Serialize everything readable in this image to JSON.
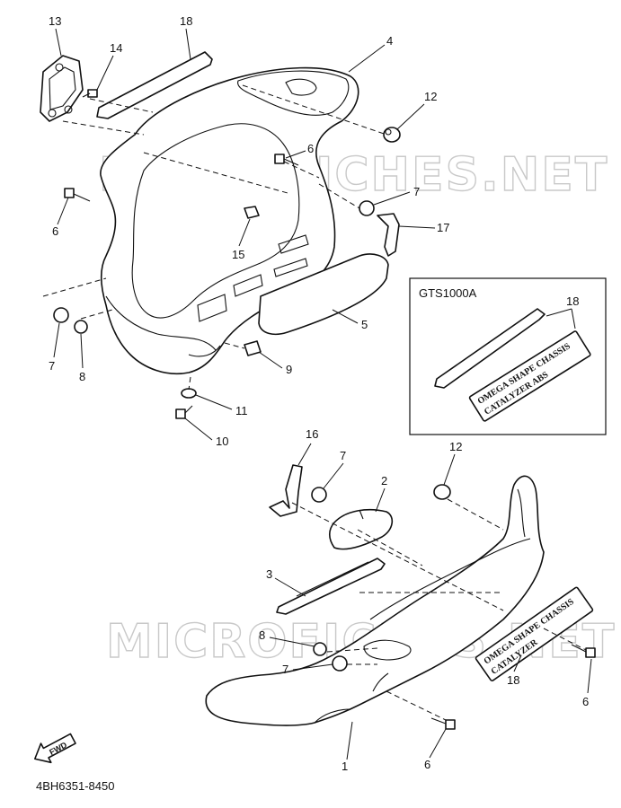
{
  "diagram": {
    "part_code": "4BH6351-8450",
    "watermark": "MICROFICHES.NET",
    "fwd_label": "FWD",
    "inset": {
      "label": "GTS1000A",
      "callout": "18",
      "decal_line1": "OMEGA SHAPE CHASSIS",
      "decal_line2": "CATALYZER ABS"
    },
    "main_decal": {
      "line1": "OMEGA SHAPE CHASSIS",
      "line2": "CATALYZER"
    },
    "callouts": {
      "c13": "13",
      "c14": "14",
      "c18_top": "18",
      "c4": "4",
      "c12_top": "12",
      "c6_top": "6",
      "c6_left": "6",
      "c7_mid": "7",
      "c17": "17",
      "c15": "15",
      "c5": "5",
      "c7_left": "7",
      "c8_left": "8",
      "c9": "9",
      "c11": "11",
      "c10": "10",
      "c16": "16",
      "c7_low": "7",
      "c2": "2",
      "c12_low": "12",
      "c3": "3",
      "c8_low": "8",
      "c7_bottom": "7",
      "c18_low": "18",
      "c6_right": "6",
      "c1": "1",
      "c6_bottom": "6"
    }
  }
}
